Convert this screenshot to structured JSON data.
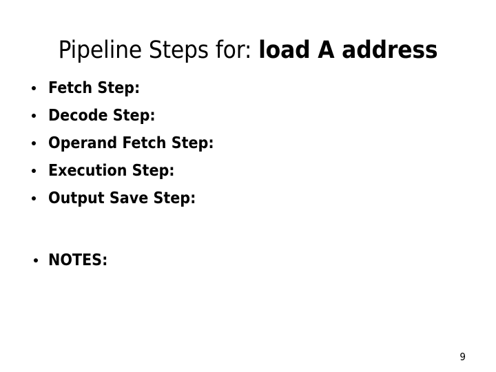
{
  "slide": {
    "background_color": "#ffffff",
    "text_color": "#000000",
    "title": {
      "plain_part": "Pipeline Steps for: ",
      "emphasis_part": "load A address"
    },
    "body_items": [
      {
        "label": "Fetch Step:",
        "bullet": "bullet-dot"
      },
      {
        "label": "Decode Step:",
        "bullet": "bullet-dot"
      },
      {
        "label": "Operand Fetch Step:",
        "bullet": "bullet-dot"
      },
      {
        "label": "Execution Step:",
        "bullet": "bullet-dot"
      },
      {
        "label": "Output Save Step:",
        "bullet": "bullet-dot"
      }
    ],
    "notes_items": [
      {
        "label": "NOTES:",
        "bullet": "bullet-dot"
      }
    ],
    "slide_number": "9"
  }
}
